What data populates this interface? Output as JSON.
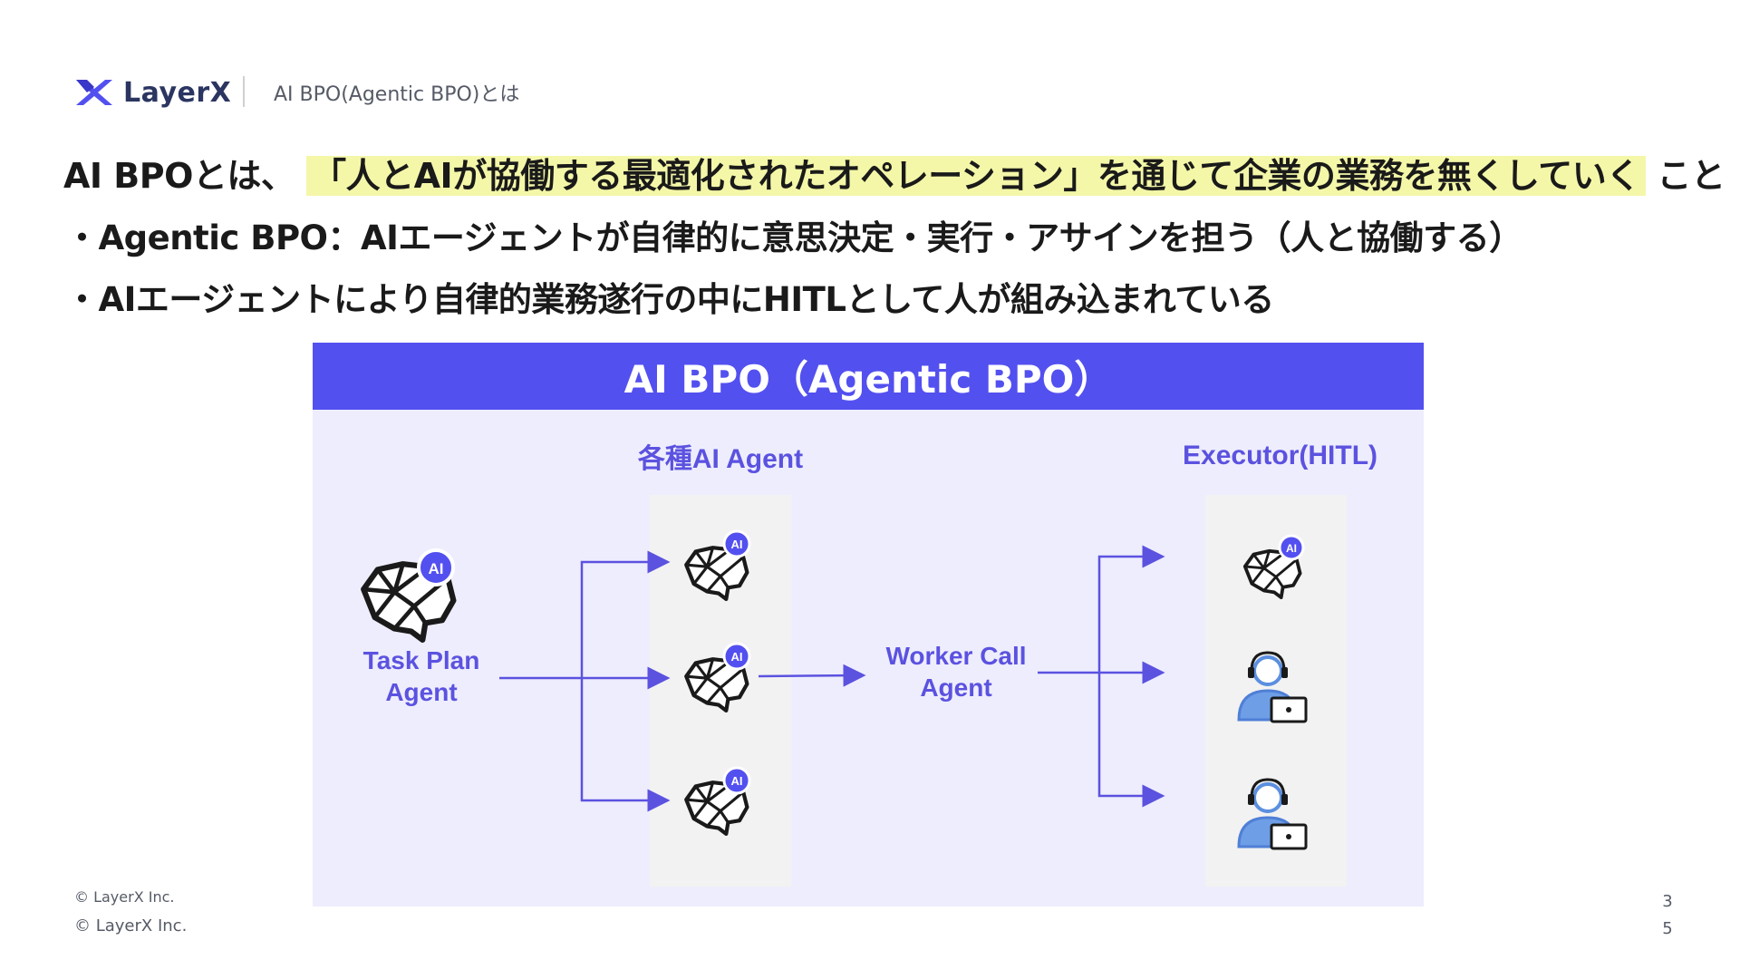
{
  "header": {
    "logo_text": "LayerX",
    "breadcrumb": "AI BPO(Agentic BPO)とは"
  },
  "headline": {
    "prefix": "AI BPOとは、",
    "highlight": "「人とAIが協働する最適化されたオペレーション」を通じて企業の業務を無くしていく",
    "suffix": "こと"
  },
  "bullets": [
    "・Agentic BPO：AIエージェントが自律的に意思決定・実行・アサインを担う（人と協働する）",
    "・AIエージェントにより自律的業務遂行の中にHITLとして人が組み込まれている"
  ],
  "diagram": {
    "title": "AI BPO（Agentic BPO）",
    "agents_column_label": "各種AI Agent",
    "executor_column_label": "Executor(HITL)",
    "task_plan_label_line1": "Task Plan",
    "task_plan_label_line2": "Agent",
    "worker_call_label_line1": "Worker Call",
    "worker_call_label_line2": "Agent",
    "ai_badge": "AI",
    "colors": {
      "header_bg": "#5350f0",
      "panel_bg": "#eeedfd",
      "accent_text": "#5b52e0",
      "person_blue": "#5b8fe0"
    }
  },
  "footer": {
    "copyright1": "© LayerX Inc.",
    "copyright2": "© LayerX Inc.",
    "page_num_line1": "3",
    "page_num_line2": "5"
  }
}
